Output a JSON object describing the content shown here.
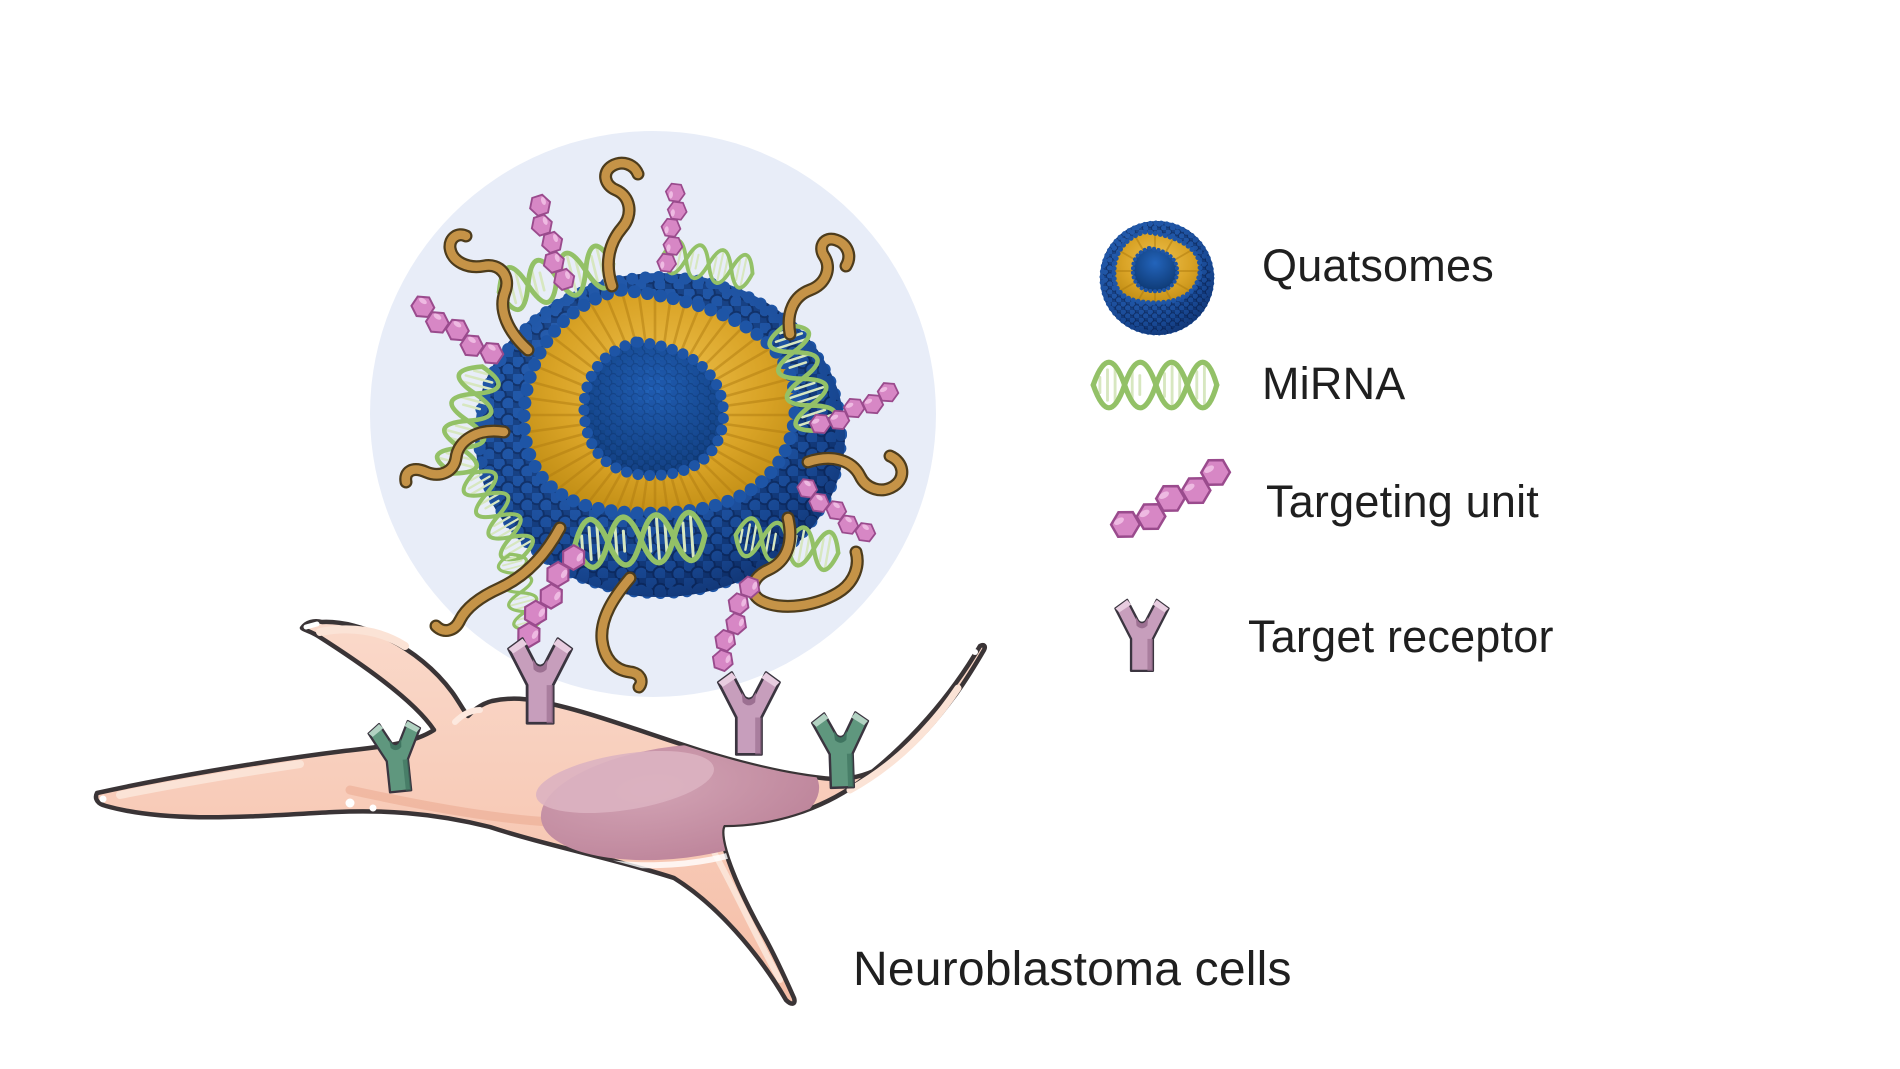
{
  "figure": {
    "type": "scientific-schematic",
    "subject": "Quatsome nanovesicle functionalized with miRNA and targeting units binding receptors on a neuroblastoma cell"
  },
  "legend": {
    "items": [
      {
        "id": "quatsomes",
        "label": "Quatsomes"
      },
      {
        "id": "mirna",
        "label": "MiRNA"
      },
      {
        "id": "targeting-unit",
        "label": "Targeting unit"
      },
      {
        "id": "target-receptor",
        "label": "Target receptor"
      }
    ]
  },
  "labels": {
    "cell": "Neuroblastoma cells"
  },
  "colors": {
    "background": "#ffffff",
    "halo": "#e8edf8",
    "quatsome_blue": "#1e55a6",
    "quatsome_navy": "#0d2c61",
    "bilayer_gold": "#d9a326",
    "mirna_green": "#93c167",
    "targeting_pink": "#d787c5",
    "receptor_pink": "#c79ebc",
    "receptor_green": "#5f977e",
    "peg_tan": "#c59347",
    "cell_fill": "#f8cdbb",
    "cell_outline": "#3a3436",
    "nucleus": "#c38a9f",
    "text": "#1f1f1f"
  }
}
